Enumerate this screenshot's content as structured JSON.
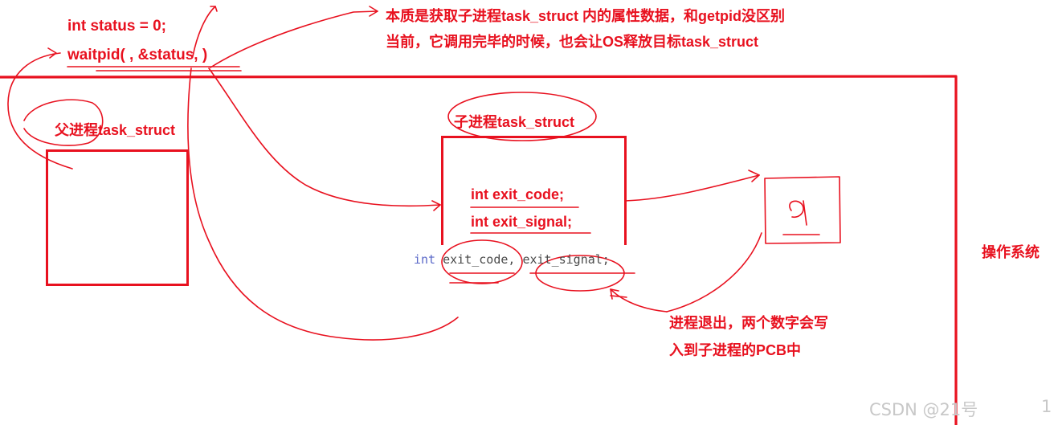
{
  "code": {
    "line1": "int status = 0;",
    "line2": "waitpid( , &status, )"
  },
  "note_top": {
    "line1": "本质是获取子进程task_struct 内的属性数据，和getpid没区别",
    "line2": "当前，它调用完毕的时候，也会让OS释放目标task_struct"
  },
  "parent": {
    "label": "父进程task_struct"
  },
  "child": {
    "label": "子进程task_struct",
    "field1": "int exit_code;",
    "field2": "int exit_signal;"
  },
  "code_snippet": {
    "keyword": "int",
    "rest": " exit_code, exit_signal;"
  },
  "os_label": "操作系统",
  "note_bottom": {
    "line1": "进程退出，两个数字会写",
    "line2": "入到子进程的PCB中"
  },
  "watermark": {
    "text": "CSDN @21号",
    "page": "1"
  },
  "colors": {
    "ink": "#e8111f",
    "keyword": "#5a68c8",
    "watermark": "#c8c8c8"
  }
}
